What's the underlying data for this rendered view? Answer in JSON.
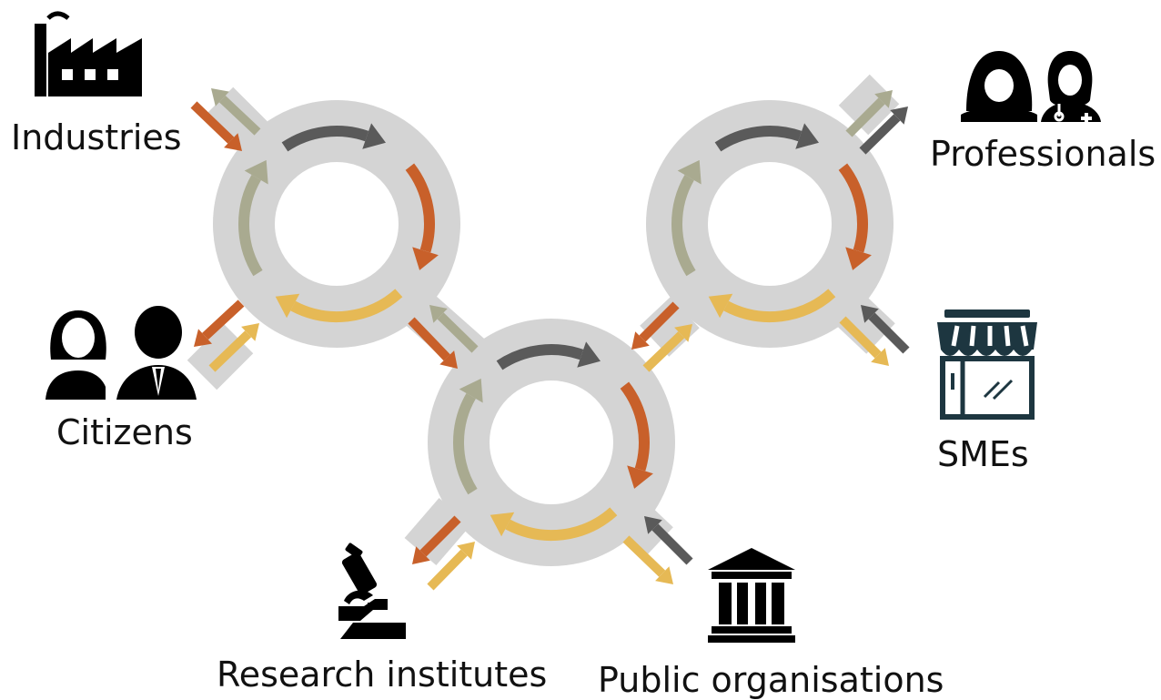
{
  "actors": {
    "industries": "Industries",
    "professionals": "Professionals",
    "citizens": "Citizens",
    "smes": "SMEs",
    "research": "Research institutes",
    "public": "Public organisations"
  },
  "icons": {
    "industries": "factory-icon",
    "professionals": "professionals-icon",
    "citizens": "citizens-icon",
    "smes": "shop-icon",
    "research": "microscope-icon",
    "public": "government-building-icon"
  },
  "colors": {
    "ring": "#d4d4d4",
    "dark_arrow": "#5a5a5a",
    "orange_arrow": "#c8602a",
    "yellow_arrow": "#e6b955",
    "sage_arrow": "#a9aa90",
    "icon": "#000000",
    "shop_icon": "#1d3640"
  }
}
